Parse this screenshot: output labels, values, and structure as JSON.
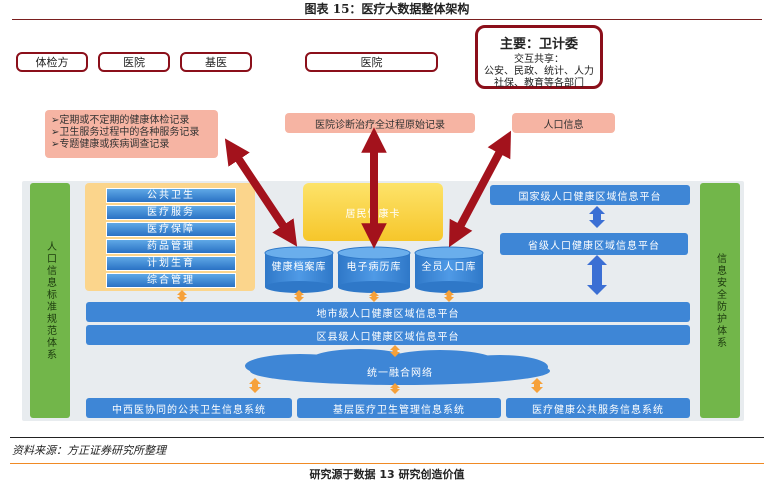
{
  "title": "图表 15：医疗大数据整体架构",
  "top_entities": {
    "items": [
      "体检方",
      "医院",
      "基医",
      "医院"
    ],
    "main": {
      "label": "主要：卫计委",
      "lines": [
        "交互共享：",
        "公安、民政、统计、人力",
        "社保、教育等各部门"
      ]
    }
  },
  "records": {
    "health_exam": [
      "定期或不定期的健康体检记录",
      "卫生服务过程中的各种服务记录",
      "专题健康或疾病调查记录"
    ],
    "hospital_records": "医院诊断治疗全过程原始记录",
    "population_info": "人口信息"
  },
  "left_bar": "人口信息标准规范体系",
  "right_bar": "信息安全防护体系",
  "services": [
    "公共卫生",
    "医疗服务",
    "医疗保障",
    "药品管理",
    "计划生育",
    "综合管理"
  ],
  "card": "居民健康卡",
  "databases": [
    "健康档案库",
    "电子病历库",
    "全员人口库"
  ],
  "platforms": {
    "national": "国家级人口健康区域信息平台",
    "provincial": "省级人口健康区域信息平台",
    "city": "地市级人口健康区域信息平台",
    "county": "区县级人口健康区域信息平台"
  },
  "network": "统一融合网络",
  "bottom_systems": [
    "中西医协同的公共卫生信息系统",
    "基层医疗卫生管理信息系统",
    "医疗健康公共服务信息系统"
  ],
  "source": "资料来源：方正证券研究所整理",
  "footer": "研究源于数据 13 研究创造价值",
  "colors": {
    "dark_red": "#8b0f1a",
    "blue": "#3e86d6",
    "green": "#72b64a",
    "salmon": "#f6b4a3",
    "orange": "#f6a13a"
  }
}
